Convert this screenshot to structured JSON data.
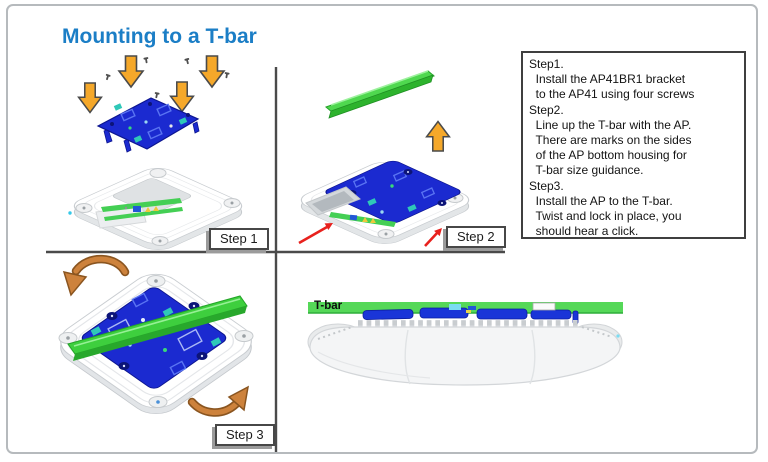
{
  "title": "Mounting to a T-bar",
  "panels": {
    "step1": {
      "label": "Step 1"
    },
    "step2": {
      "label": "Step 2"
    },
    "step3": {
      "label": "Step 3"
    },
    "side_view": {
      "tbar_label": "T-bar"
    }
  },
  "instructions": {
    "lines": [
      "Step1.",
      "  Install the AP41BR1 bracket",
      "  to the AP41 using four screws",
      "Step2.",
      "  Line up the T-bar with the AP.",
      "  There are marks on the sides",
      "  of the AP bottom housing for",
      "  T-bar size guidance.",
      "Step3.",
      "  Install the AP to the T-bar.",
      "  Twist and lock in place, you",
      "  should hear a click."
    ]
  },
  "colors": {
    "title_blue": "#1b7ec6",
    "arrow_orange": "#f5a82a",
    "rotation_arrow_orange": "#cd823c",
    "pointer_red": "#e8211d",
    "tbar_green": "#4fd84f",
    "bracket_blue": "#1b2ad0",
    "divider_gray": "#4a4a4a"
  },
  "icons": {
    "down-arrow-icon": "orange filled arrow pointing down",
    "up-arrow-icon": "orange filled arrow pointing up",
    "screw-icon": "small dark screw mark",
    "rotate-arrow-icon": "curved orange rotation arrow",
    "red-pointer-arrow-icon": "thin red pointer arrow"
  }
}
